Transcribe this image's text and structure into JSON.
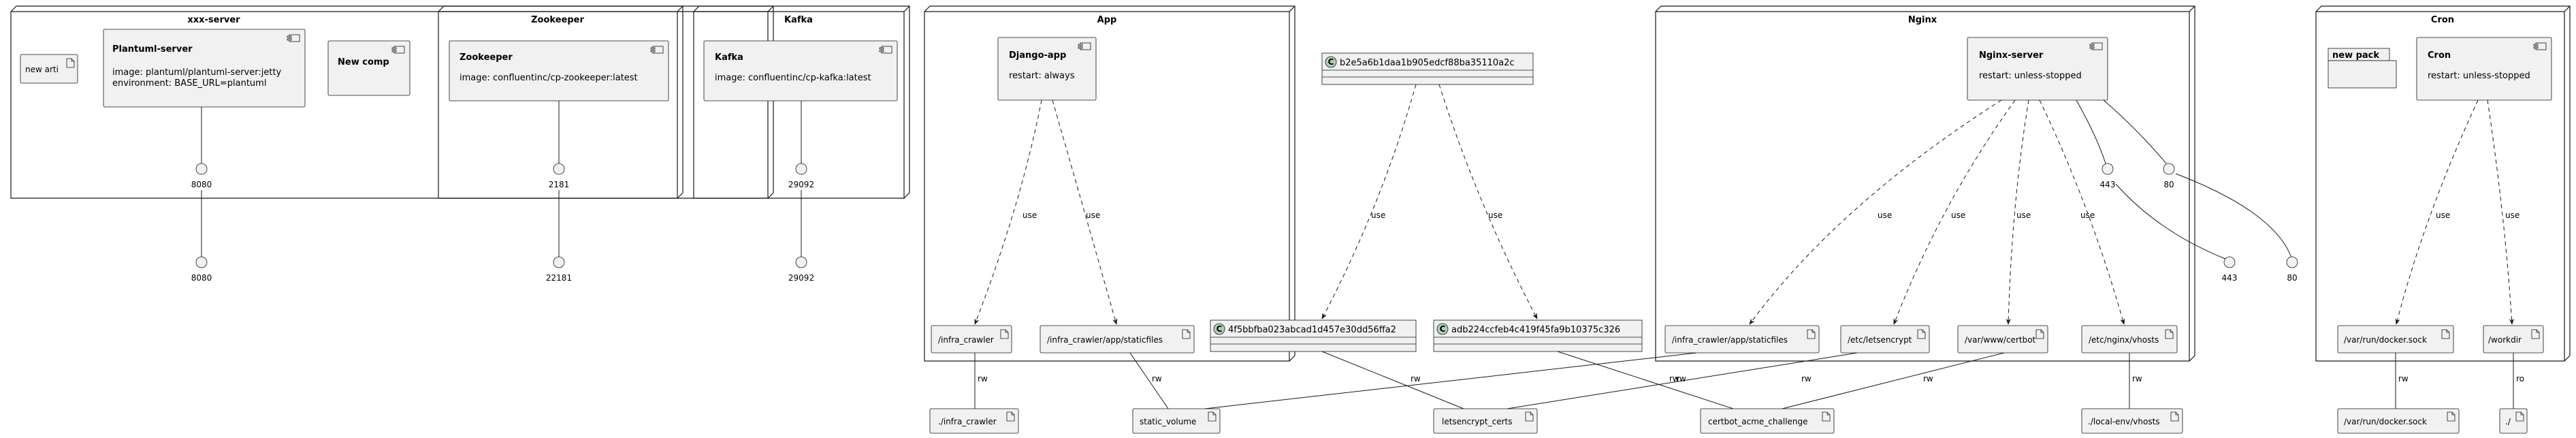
{
  "nodes": {
    "xxx_server": "xxx-server",
    "zookeeper": "Zookeeper",
    "kafka": "Kafka",
    "app": "App",
    "nginx": "Nginx",
    "cron": "Cron"
  },
  "components": {
    "plantuml": {
      "title": "Plantuml-server",
      "lines": [
        "image: plantuml/plantuml-server:jetty",
        "environment: BASE_URL=plantuml"
      ]
    },
    "new_comp": {
      "title": "New comp"
    },
    "zookeeper": {
      "title": "Zookeeper",
      "lines": [
        "image: confluentinc/cp-zookeeper:latest"
      ]
    },
    "kafka": {
      "title": "Kafka",
      "lines": [
        "image: confluentinc/cp-kafka:latest"
      ]
    },
    "django": {
      "title": "Django-app",
      "lines": [
        "restart: always"
      ]
    },
    "nginx_server": {
      "title": "Nginx-server",
      "lines": [
        "restart: unless-stopped"
      ]
    },
    "cron": {
      "title": "Cron",
      "lines": [
        "restart: unless-stopped"
      ]
    }
  },
  "artifacts": {
    "new_arti": "new arti",
    "app_infra_crawler": "/infra_crawler",
    "app_staticfiles": "/infra_crawler/app/staticfiles",
    "nginx_staticfiles": "/infra_crawler/app/staticfiles",
    "nginx_letsencrypt": "/etc/letsencrypt",
    "nginx_certbot": "/var/www/certbot",
    "nginx_vhosts": "/etc/nginx/vhosts",
    "cron_docker_sock": "/var/run/docker.sock",
    "cron_workdir": "/workdir",
    "host_infra_crawler": "./infra_crawler",
    "static_volume": "static_volume",
    "letsencrypt_certs": "letsencrypt_certs",
    "certbot_acme": "certbot_acme_challenge",
    "local_vhosts": "./local-env/vhosts",
    "host_docker_sock": "/var/run/docker.sock",
    "host_root": "./"
  },
  "packages": {
    "new_pack": "new pack"
  },
  "classes": {
    "class_top": "b2e5a6b1daa1b905edcf88ba35110a2c",
    "class_left": "4f5bbfba023abcad1d457e30dd56ffa2",
    "class_right": "adb224ccfeb4c419f45fa9b10375c326",
    "class_marker": "C"
  },
  "ports": {
    "plantuml_in": "8080",
    "plantuml_out": "8080",
    "zk_in": "2181",
    "zk_out": "22181",
    "kafka_in": "29092",
    "kafka_out": "29092",
    "nginx_443_in": "443",
    "nginx_80_in": "80",
    "nginx_443_out": "443",
    "nginx_80_out": "80"
  },
  "edges": {
    "use": "use",
    "rw": "rw",
    "ro": "ro"
  },
  "colors": {
    "box_fill": "#f1f1f1",
    "border": "#181818",
    "class_circle": "#add1b2",
    "background": "#ffffff"
  }
}
